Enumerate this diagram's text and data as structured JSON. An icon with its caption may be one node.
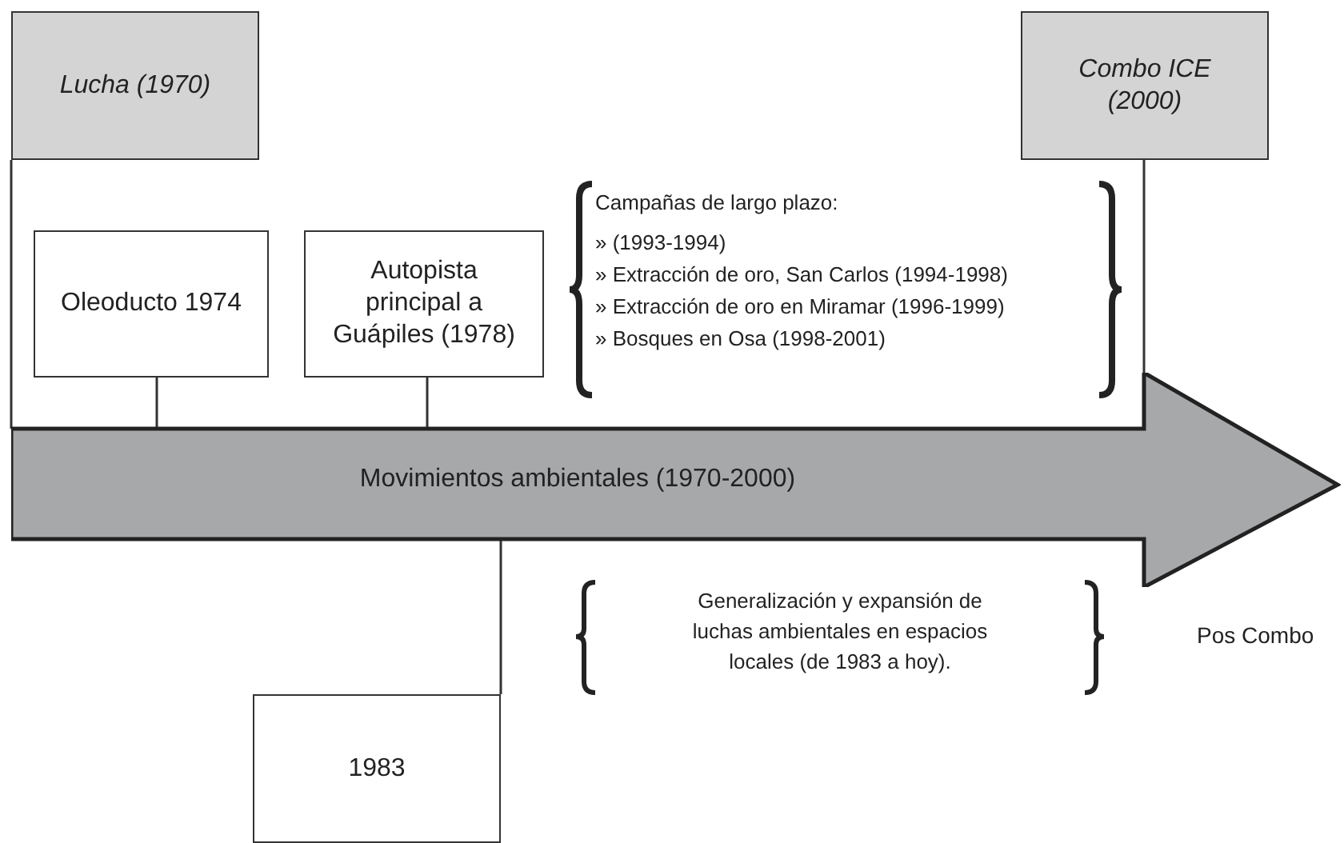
{
  "diagram": {
    "nodes": [
      {
        "text": [
          "Lucha (1970)"
        ]
      },
      {
        "text": [
          "Combo ICE (2000)"
        ]
      },
      {
        "text": [
          "Oleoducto 1974"
        ]
      },
      {
        "text": [
          "Autopista principal a Guápiles (1978)"
        ]
      },
      {
        "text": [
          "Movimientos ambientales (1970-2000)"
        ]
      },
      {
        "text": [
          "1983"
        ]
      }
    ],
    "edges": [
      {
        "from": 0,
        "to": 4,
        "arrow": "none"
      },
      {
        "from": 1,
        "to": 4,
        "arrow": "none"
      },
      {
        "from": 2,
        "to": 4,
        "arrow": "none"
      },
      {
        "from": 3,
        "to": 4,
        "arrow": "none"
      },
      {
        "from": 4,
        "to": 5,
        "arrow": "none"
      }
    ],
    "labels": [
      "Campañas de largo plazo:",
      "» (1993-1994)",
      "» Extracción de oro, San Carlos (1994-1998)",
      "» Extracción de oro en Miramar (1996-1999)",
      "» Bosques en Osa (1998-2001)",
      "Generalización y expansión de luchas ambientales en espacios locales (de 1983 a hoy).",
      "Pos Combo"
    ]
  }
}
